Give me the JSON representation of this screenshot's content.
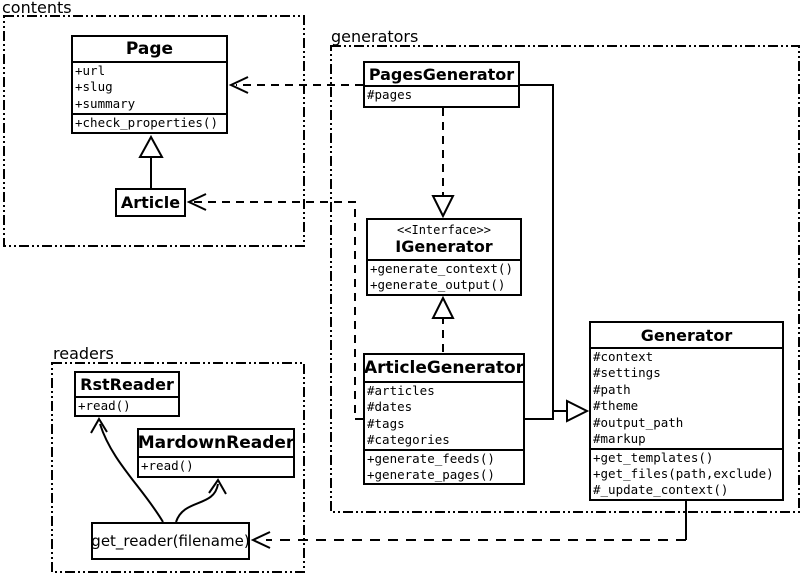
{
  "colors": {
    "ink": "#000000",
    "background": "#ffffff"
  },
  "packages": {
    "contents": {
      "label": "contents"
    },
    "generators": {
      "label": "generators"
    },
    "readers": {
      "label": "readers"
    }
  },
  "classes": {
    "page": {
      "name": "Page",
      "attributes": [
        "+url",
        "+slug",
        "+summary"
      ],
      "methods": [
        "+check_properties()"
      ]
    },
    "article": {
      "name": "Article"
    },
    "pages_generator": {
      "name": "PagesGenerator",
      "attributes": [
        "#pages"
      ]
    },
    "igenerator": {
      "stereotype": "<<Interface>>",
      "name": "IGenerator",
      "methods": [
        "+generate_context()",
        "+generate_output()"
      ]
    },
    "article_generator": {
      "name": "ArticleGenerator",
      "attributes": [
        "#articles",
        "#dates",
        "#tags",
        "#categories"
      ],
      "methods": [
        "+generate_feeds()",
        "+generate_pages()"
      ]
    },
    "generator": {
      "name": "Generator",
      "attributes": [
        "#context",
        "#settings",
        "#path",
        "#theme",
        "#output_path",
        "#markup"
      ],
      "methods": [
        "+get_templates()",
        "+get_files(path,exclude)",
        "#_update_context()"
      ]
    },
    "rst_reader": {
      "name": "RstReader",
      "methods": [
        "+read()"
      ]
    },
    "mardown_reader": {
      "name": "MardownReader",
      "methods": [
        "+read()"
      ]
    },
    "get_reader": {
      "label": "get_reader(filename)"
    }
  }
}
